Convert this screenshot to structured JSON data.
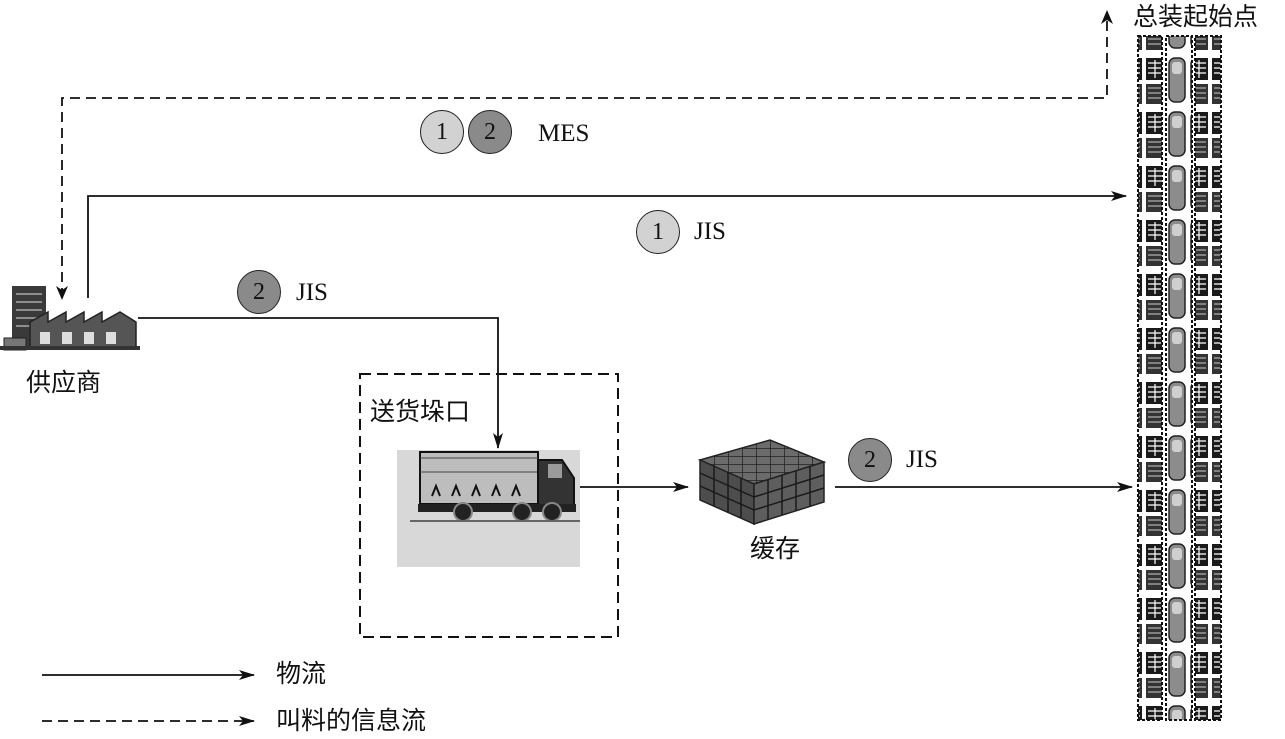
{
  "nodes": {
    "supplier": "供应商",
    "dock": "送货垛口",
    "buffer": "缓存",
    "assembly_start": "总装起始点"
  },
  "flows": {
    "mes_badge_1": "1",
    "mes_badge_2": "2",
    "mes_label": "MES",
    "jis1_badge": "1",
    "jis1_label": "JIS",
    "jis2_upper_badge": "2",
    "jis2_upper_label": "JIS",
    "jis2_lower_badge": "2",
    "jis2_lower_label": "JIS"
  },
  "legend": {
    "material_flow": "物流",
    "info_flow": "叫料的信息流"
  },
  "colors": {
    "badge_1": "#d2d2d2",
    "badge_2": "#8a8a8a",
    "line": "#111111",
    "dock_panel": "#d8d8d8"
  }
}
